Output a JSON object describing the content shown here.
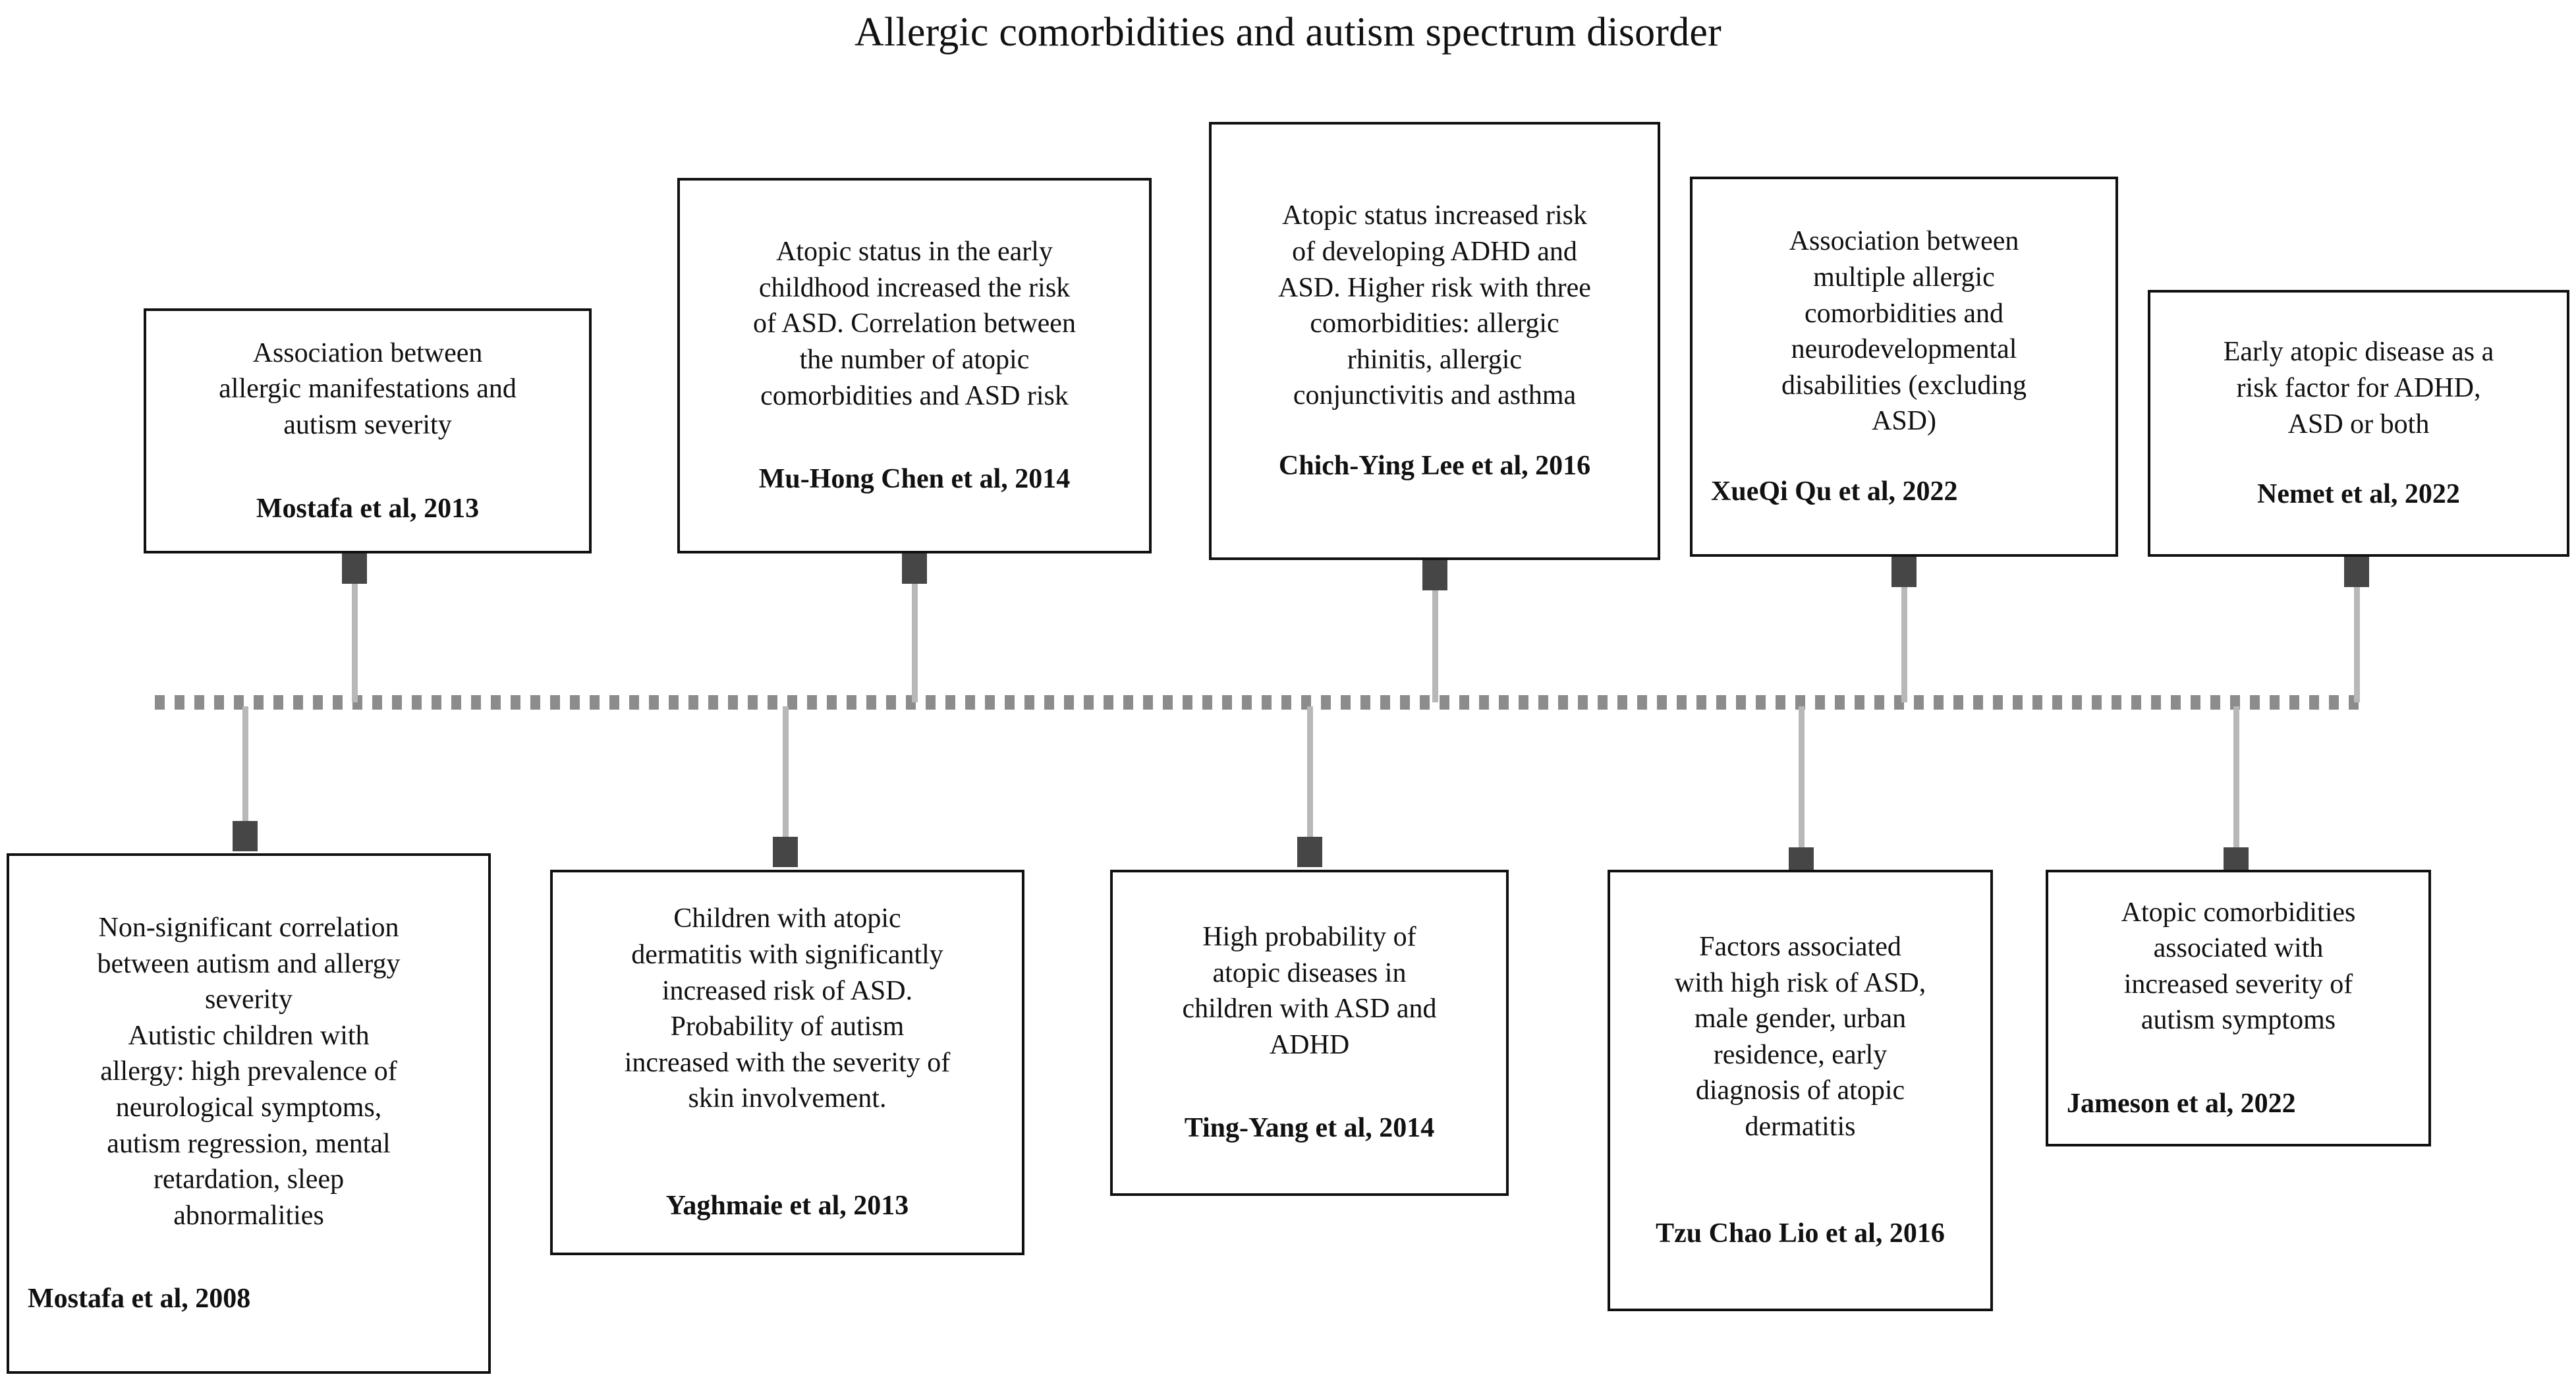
{
  "title": "Allergic comorbidities and autism spectrum disorder",
  "timeline": {
    "axis_style": "dotted",
    "axis_color": "#8c8c8c",
    "marker_color": "#464646",
    "connector_color": "#b8b8b8",
    "box_border_color": "#111111",
    "background_color": "#ffffff",
    "text_color": "#111111"
  },
  "events_above": [
    {
      "body": "Association between\nallergic manifestations and\nautism severity",
      "citation": "Mostafa et al, 2013"
    },
    {
      "body": "Atopic status in the early\nchildhood increased the risk\nof ASD. Correlation between\nthe number of atopic\ncomorbidities and ASD risk",
      "citation": "Mu-Hong Chen et al, 2014"
    },
    {
      "body": "Atopic status increased risk\nof developing ADHD and\nASD. Higher risk with three\ncomorbidities: allergic\nrhinitis, allergic\nconjunctivitis and asthma",
      "citation": "Chich-Ying Lee et al, 2016"
    },
    {
      "body": "Association between\nmultiple allergic\ncomorbidities and\nneurodevelopmental\ndisabilities (excluding\nASD)",
      "citation": "XueQi Qu et al, 2022"
    },
    {
      "body": "Early atopic disease as a\nrisk factor for ADHD,\nASD or both",
      "citation": "Nemet et al, 2022"
    }
  ],
  "events_below": [
    {
      "body": "Non-significant correlation\nbetween autism and allergy\nseverity\nAutistic children with\nallergy: high prevalence of\nneurological symptoms,\nautism regression, mental\nretardation, sleep\nabnormalities",
      "citation": "Mostafa et al, 2008"
    },
    {
      "body": "Children with atopic\ndermatitis with significantly\nincreased risk of ASD.\nProbability of autism\nincreased with the severity of\nskin involvement.",
      "citation": "Yaghmaie et al, 2013"
    },
    {
      "body": "High probability of\natopic diseases in\nchildren with ASD and\nADHD",
      "citation": "Ting-Yang et al, 2014"
    },
    {
      "body": "Factors associated\nwith high risk of ASD,\nmale gender, urban\nresidence, early\ndiagnosis of atopic\ndermatitis",
      "citation": "Tzu Chao Lio et al,\n2016"
    },
    {
      "body": "Atopic comorbidities\nassociated with\nincreased severity of\nautism symptoms",
      "citation": "Jameson et al, 2022"
    }
  ]
}
